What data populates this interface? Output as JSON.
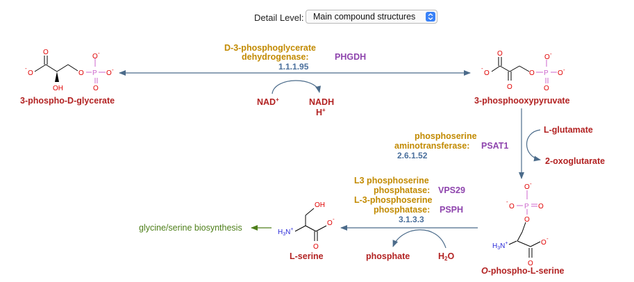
{
  "detail": {
    "label": "Detail Level:",
    "value": "Main compound structures"
  },
  "compounds": {
    "pg3": "3-phospho-D-glycerate",
    "php": "3-phosphooxypyruvate",
    "pser": "O-phospho-L-serine",
    "pser_prefix": "O",
    "pser_rest": "-phospho-L-serine",
    "ser": "L-serine",
    "nad": "NAD",
    "nad_sup": "+",
    "nadh": "NADH",
    "h": "H",
    "h_sup": "+",
    "glu": "L-glutamate",
    "oxo": "2-oxoglutarate",
    "phosphate": "phosphate",
    "h2o_h": "H",
    "h2o_sub": "2",
    "h2o_o": "O"
  },
  "reactions": {
    "r1": {
      "enzyme_line1": "D-3-phosphoglycerate",
      "enzyme_line2": "dehydrogenase:",
      "gene": "PHGDH",
      "ec": "1.1.1.95"
    },
    "r2": {
      "enzyme_line1": "phosphoserine",
      "enzyme_line2": "aminotransferase:",
      "gene": "PSAT1",
      "ec": "2.6.1.52"
    },
    "r3": {
      "enzyme1_line1": "L3 phosphoserine",
      "enzyme1_line2": "phosphatase:",
      "gene1": "VPS29",
      "enzyme2_line1": "L-3-phosphoserine",
      "enzyme2_line2": "phosphatase:",
      "gene2": "PSPH",
      "ec": "3.1.3.3"
    }
  },
  "pathway_link": "glycine/serine biosynthesis",
  "atoms": {
    "O": "O",
    "P": "P",
    "OH": "OH",
    "H": "H",
    "N": "N",
    "sub3": "3",
    "plus": "+",
    "minus": "-"
  },
  "colors": {
    "compound": "#b22222",
    "enzyme": "#c28a00",
    "gene": "#8e44ad",
    "ec": "#4a6f9c",
    "arrow": "#4b6b8a",
    "pathway": "#4e7f1a",
    "oxygen": "#e00000",
    "phosphorus": "#cc66cc",
    "nitrogen": "#2a2ad8"
  }
}
